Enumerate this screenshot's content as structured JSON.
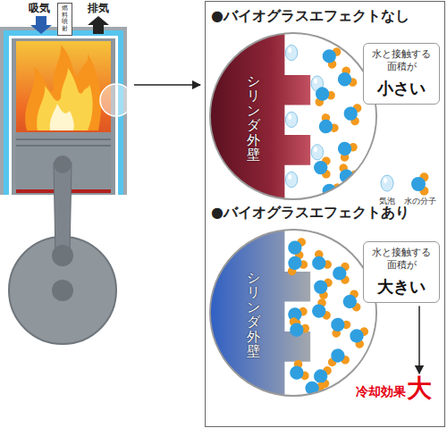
{
  "diagram": {
    "nodes": [
      {
        "text": [
          "燃料噴射"
        ]
      },
      {
        "text": [
          "●バイオグラスエフェクトなし"
        ]
      },
      {
        "text": [
          "シリンダ外壁"
        ],
        "in": 1
      },
      {
        "text": [
          "水と接触する面積が",
          "小さい"
        ]
      },
      {
        "text": [
          "●バイオグラスエフェクトあり"
        ]
      },
      {
        "text": [
          "シリンダ外壁"
        ],
        "in": 4
      },
      {
        "text": [
          "水と接触する面積が",
          "大きい"
        ]
      }
    ],
    "labels": [
      "吸気",
      "排気",
      "気泡",
      "水の分子",
      "冷却効果",
      "大"
    ]
  }
}
